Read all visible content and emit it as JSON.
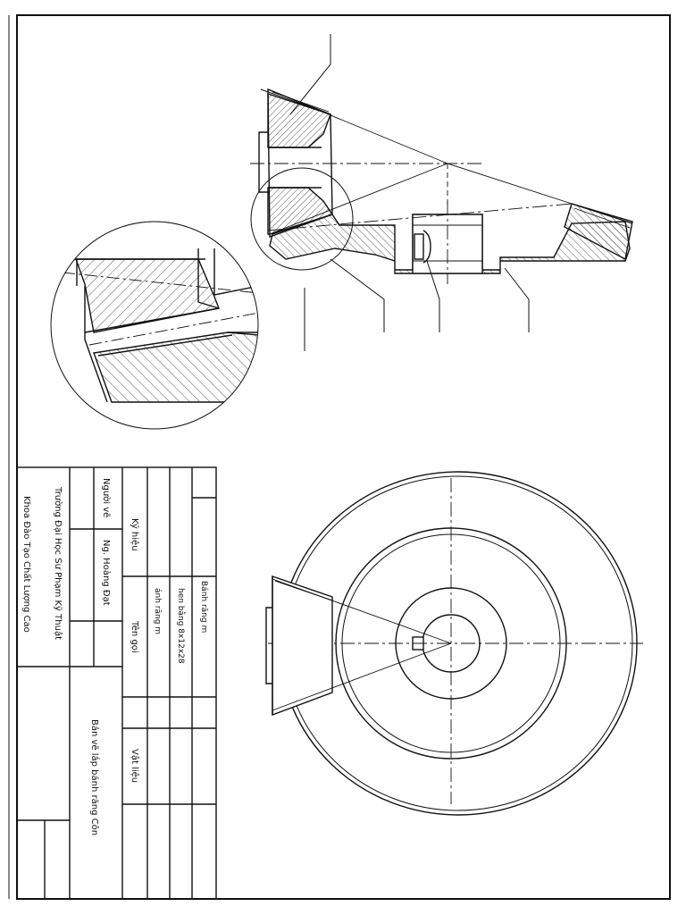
{
  "sheet": {
    "school_line1": "Trường Đại Học Sư Phạm Kỹ Thuật",
    "school_line2": "Khoa Đào Tạo Chất Lượng Cao",
    "drawing_title": "Bản vẽ lắp bánh răng Côn",
    "drawn_by_label": "Người vẽ",
    "drawn_by_name": "Ng. Hoàng Đạt",
    "col_symbol": "Ký hiệu",
    "col_name": "Tên gọi",
    "col_material": "Vật liệu"
  },
  "parts_list": [
    {
      "name": "Bánh răng m"
    },
    {
      "name": "hen bằng 8x12x28"
    },
    {
      "name": "ánh răng m"
    }
  ],
  "colors": {
    "line": "#111111",
    "hatch": "#444444",
    "paper": "#ffffff"
  }
}
